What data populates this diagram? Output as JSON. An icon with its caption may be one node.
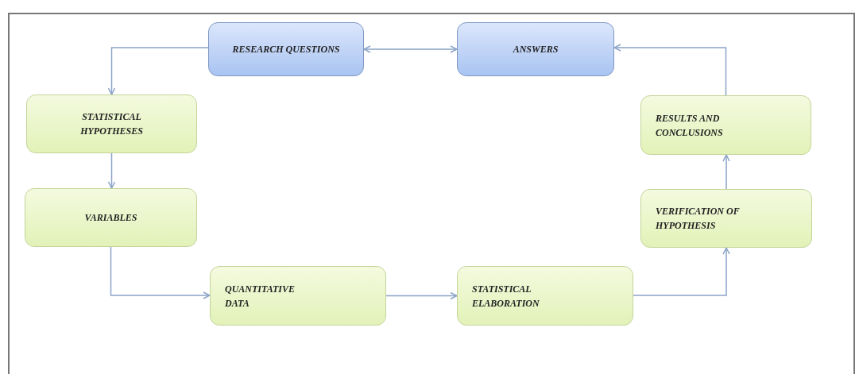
{
  "diagram": {
    "nodes": [
      {
        "text": [
          "RESEARCH QUESTIONS"
        ]
      },
      {
        "text": [
          "ANSWERS"
        ]
      },
      {
        "text": [
          "STATISTICAL HYPOTHESES"
        ]
      },
      {
        "text": [
          "VARIABLES"
        ]
      },
      {
        "text": [
          "QUANTITATIVE DATA"
        ]
      },
      {
        "text": [
          "STATISTICAL ELABORATION"
        ]
      },
      {
        "text": [
          "VERIFICATION OF HYPOTHESIS"
        ]
      },
      {
        "text": [
          "RESULTS AND CONCLUSIONS"
        ]
      }
    ],
    "edges": [
      {
        "from": 0,
        "to": 2,
        "arrow": "to"
      },
      {
        "from": 0,
        "to": 1,
        "arrow": "both"
      },
      {
        "from": 2,
        "to": 3,
        "arrow": "to"
      },
      {
        "from": 3,
        "to": 4,
        "arrow": "to"
      },
      {
        "from": 4,
        "to": 5,
        "arrow": "to"
      },
      {
        "from": 5,
        "to": 6,
        "arrow": "to"
      },
      {
        "from": 6,
        "to": 7,
        "arrow": "to"
      },
      {
        "from": 7,
        "to": 1,
        "arrow": "to"
      }
    ]
  }
}
